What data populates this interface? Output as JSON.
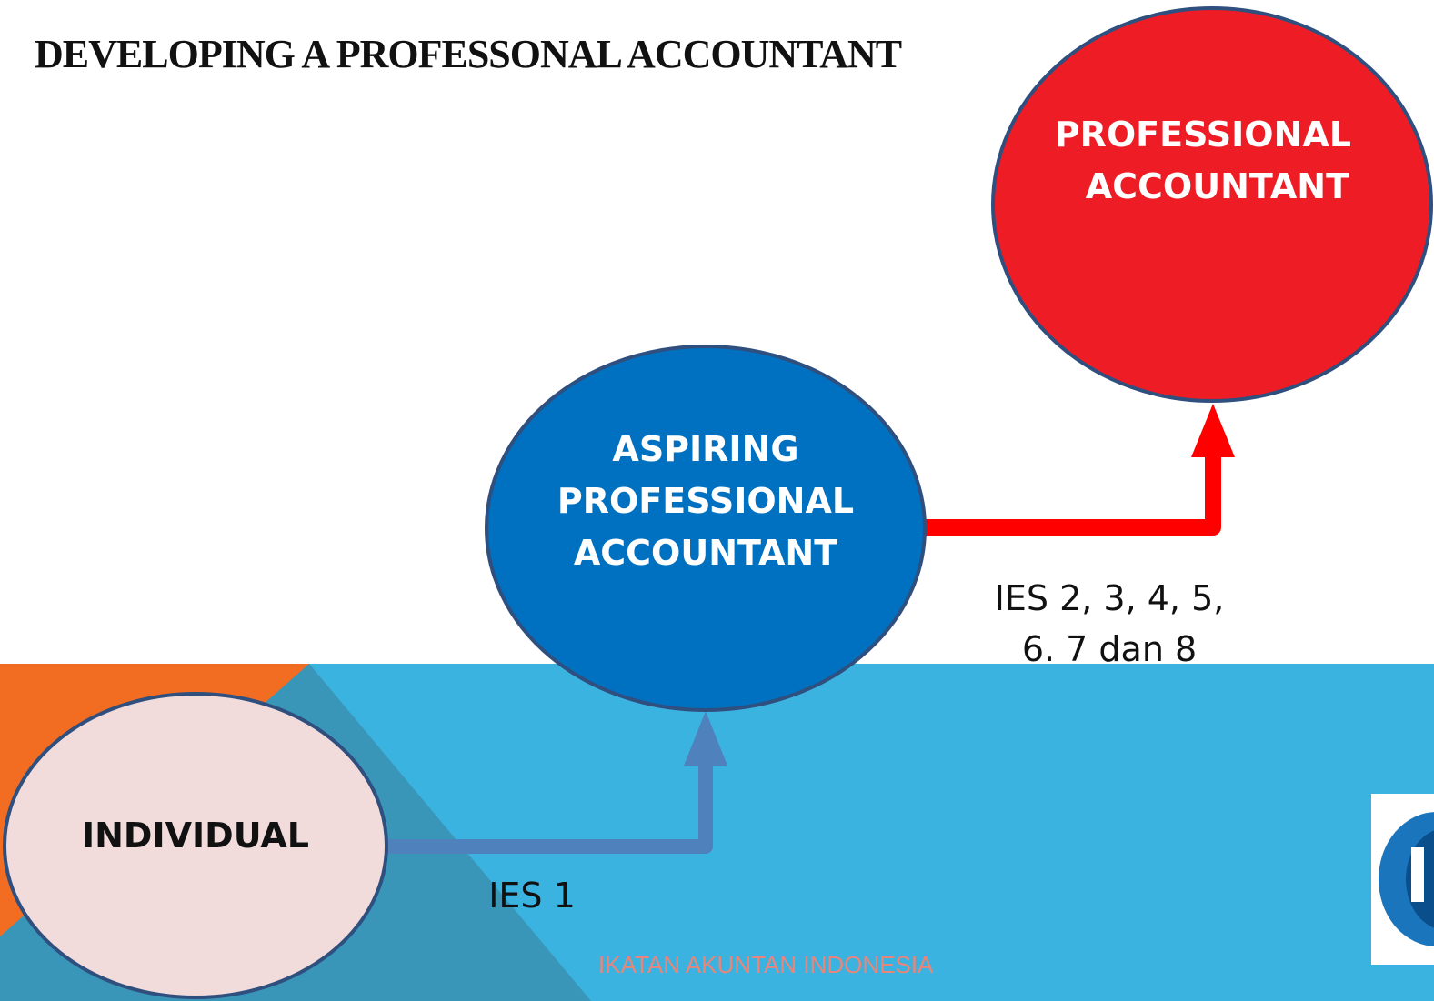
{
  "title": "DEVELOPING A PROFESSONAL ACCOUNTANT",
  "nodes": {
    "individual": {
      "label": "INDIVIDUAL",
      "color": "#f2dcdb"
    },
    "aspiring": {
      "label_lines": [
        "ASPIRING",
        "PROFESSIONAL",
        "ACCOUNTANT"
      ],
      "color": "#0070c0"
    },
    "professional": {
      "label_lines": [
        "PROFESSIONAL",
        "ACCOUNTANT"
      ],
      "color": "#ee1c25"
    }
  },
  "edges": {
    "ies1": {
      "label": "IES 1",
      "color": "#4f81bd"
    },
    "ies2to8": {
      "label_lines": [
        "IES 2, 3, 4, 5,",
        "6. 7 dan 8"
      ],
      "color": "#ff0000"
    }
  },
  "footer": "IKATAN AKUNTAN INDONESIA",
  "colors": {
    "band_blue": "#3bb3e0",
    "band_teal": "#3a96b8",
    "band_orange": "#f26c21",
    "ellipse_border": "#2f4f7f"
  }
}
